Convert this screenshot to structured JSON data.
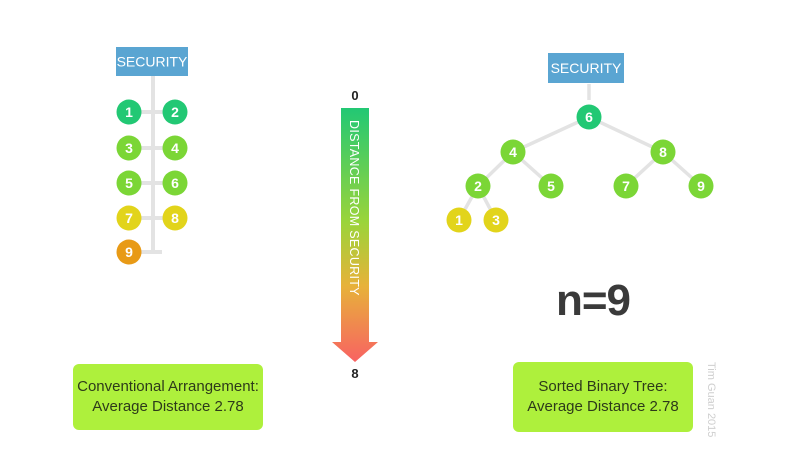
{
  "conventional": {
    "header": "SECURITY",
    "nodes": [
      "1",
      "2",
      "3",
      "4",
      "5",
      "6",
      "7",
      "8",
      "9"
    ],
    "caption_line1": "Conventional Arrangement:",
    "caption_line2": "Average Distance 2.78"
  },
  "binary_tree": {
    "header": "SECURITY",
    "nodes": [
      "6",
      "4",
      "8",
      "2",
      "5",
      "7",
      "9",
      "1",
      "3"
    ],
    "caption_line1": "Sorted Binary Tree:",
    "caption_line2": "Average Distance 2.78"
  },
  "scale": {
    "top_label": "0",
    "bottom_label": "8",
    "axis_label": "DISTANCE FROM SECURITY"
  },
  "n_label": "n=9",
  "credit": "Tim Guan 2015",
  "colors": {
    "header_blue": "#5aa5d2",
    "distance_1": "#22c874",
    "distance_2": "#7bd636",
    "distance_3": "#e2d41b",
    "distance_4": "#e89a16",
    "panel": "#aef03c",
    "arrow_top": "#22c874",
    "arrow_bottom": "#f86262"
  }
}
